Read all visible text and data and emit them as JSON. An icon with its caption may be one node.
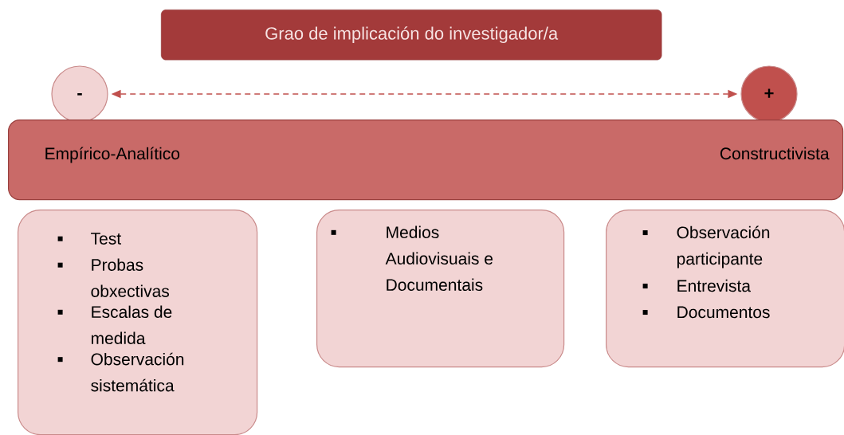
{
  "diagram": {
    "nodes": [
      {
        "text": [
          "Grao de implicación do investigador/a"
        ]
      },
      {
        "text": [
          "-"
        ]
      },
      {
        "text": [
          "+"
        ]
      },
      {
        "text": [
          "Empírico-Analítico",
          "Constructivista"
        ]
      },
      {
        "text": [
          "Test",
          "Probas obxectivas",
          "Escalas de medida",
          "Observación sistemática"
        ]
      },
      {
        "text": [
          "Medios Audiovisuais e Documentais"
        ]
      },
      {
        "text": [
          "Observación participante",
          "Entrevista",
          "Documentos"
        ]
      }
    ],
    "edges": [
      {
        "from": 1,
        "to": 2,
        "arrow": "both",
        "style": "dashed"
      }
    ]
  }
}
